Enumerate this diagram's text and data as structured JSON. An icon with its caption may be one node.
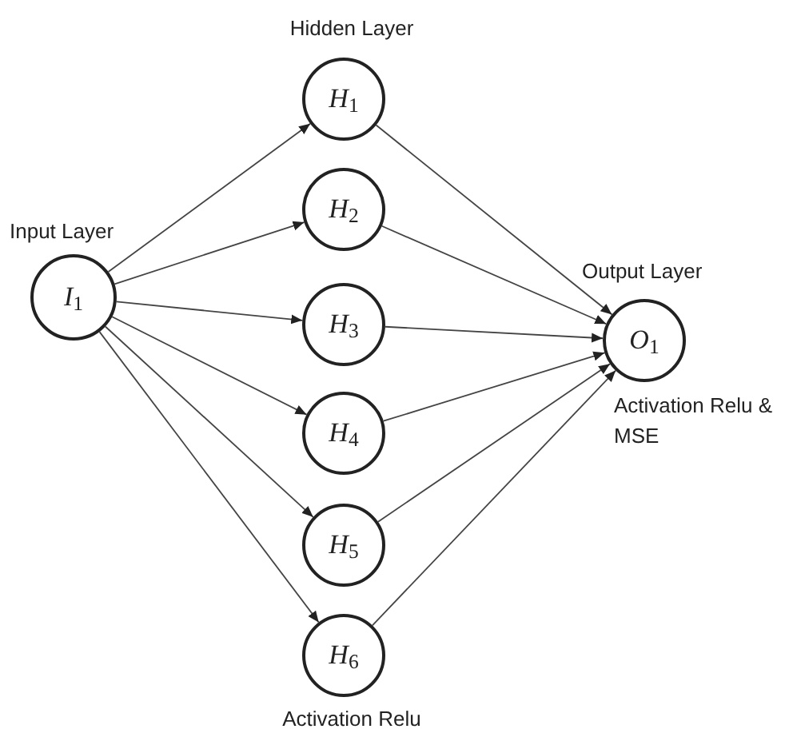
{
  "diagram": {
    "nodes": [
      {
        "text": [
          "*I*$_{1}$"
        ],
        "beside": [
          "Input Layer"
        ]
      },
      {
        "text": [
          "*H*$_{1}$"
        ]
      },
      {
        "text": [
          "*H*$_{2}$"
        ]
      },
      {
        "text": [
          "*H*$_{3}$"
        ]
      },
      {
        "text": [
          "*H*$_{4}$"
        ]
      },
      {
        "text": [
          "*H*$_{5}$"
        ]
      },
      {
        "text": [
          "*H*$_{6}$"
        ]
      },
      {
        "text": [
          "*O*$_{1}$"
        ],
        "beside": [
          "Output Layer",
          "Activation Relu & MSE"
        ]
      }
    ],
    "edges": [
      {
        "from": 0,
        "to": 1,
        "arrow": "to"
      },
      {
        "from": 0,
        "to": 2,
        "arrow": "to"
      },
      {
        "from": 0,
        "to": 3,
        "arrow": "to"
      },
      {
        "from": 0,
        "to": 4,
        "arrow": "to"
      },
      {
        "from": 0,
        "to": 5,
        "arrow": "to"
      },
      {
        "from": 0,
        "to": 6,
        "arrow": "to"
      },
      {
        "from": 1,
        "to": 7,
        "arrow": "to"
      },
      {
        "from": 2,
        "to": 7,
        "arrow": "to"
      },
      {
        "from": 3,
        "to": 7,
        "arrow": "to"
      },
      {
        "from": 4,
        "to": 7,
        "arrow": "to"
      },
      {
        "from": 5,
        "to": 7,
        "arrow": "to"
      },
      {
        "from": 6,
        "to": 7,
        "arrow": "to"
      }
    ],
    "labels": [
      "Hidden Layer",
      "Activation Relu"
    ]
  }
}
